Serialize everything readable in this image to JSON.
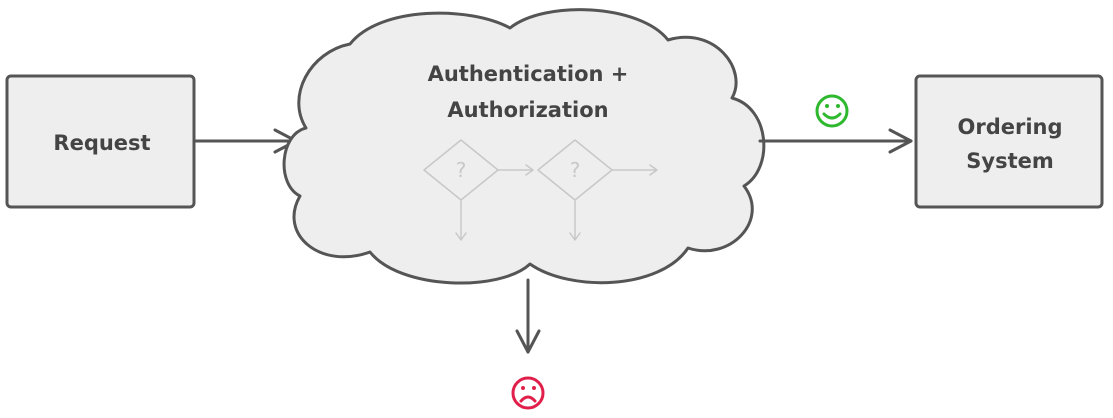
{
  "nodes": {
    "request": {
      "label": "Request"
    },
    "auth": {
      "line1": "Authentication +",
      "line2": "Authorization"
    },
    "ordering": {
      "line1": "Ordering",
      "line2": "System"
    }
  },
  "checks": {
    "first_symbol": "?",
    "second_symbol": "?"
  },
  "outcomes": {
    "success_icon": "smiley-face-icon",
    "success_color": "#2eb82e",
    "failure_icon": "frowning-face-icon",
    "failure_color": "#e0204a"
  }
}
